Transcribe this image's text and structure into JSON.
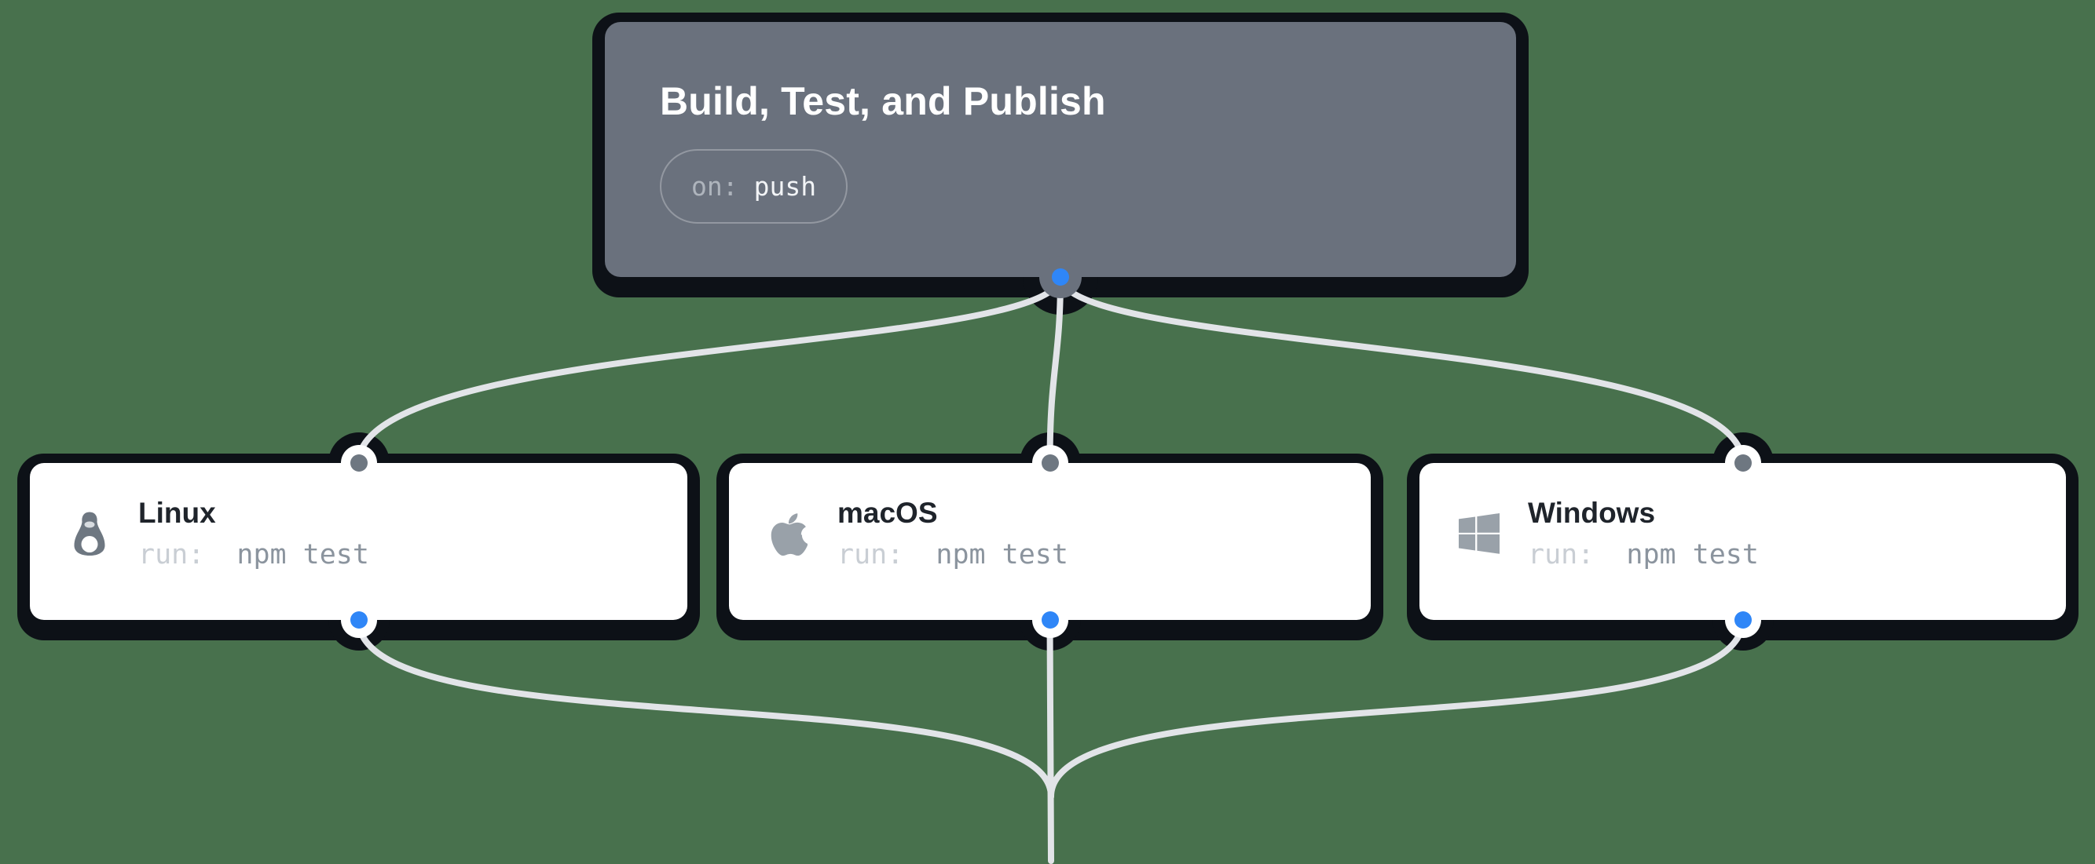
{
  "colors": {
    "bg": "#48714D",
    "shadow_dark": "#0D1117",
    "trigger_card": "#6A717D",
    "job_card": "#FFFFFF",
    "wire": "#E2E4E8",
    "port_blue": "#2F86F7",
    "port_gray": "#6E7781"
  },
  "workflow": {
    "trigger": {
      "title": "Build, Test, and Publish",
      "badge": {
        "key": "on:",
        "value": "push"
      }
    },
    "jobs": [
      {
        "id": "linux",
        "title": "Linux",
        "icon": "linux-tux-icon",
        "run_key": "run:",
        "run_value": "npm test"
      },
      {
        "id": "macos",
        "title": "macOS",
        "icon": "apple-icon",
        "run_key": "run:",
        "run_value": "npm test"
      },
      {
        "id": "windows",
        "title": "Windows",
        "icon": "windows-icon",
        "run_key": "run:",
        "run_value": "npm test"
      }
    ],
    "ports": {
      "output": "blue",
      "input": "gray"
    }
  }
}
